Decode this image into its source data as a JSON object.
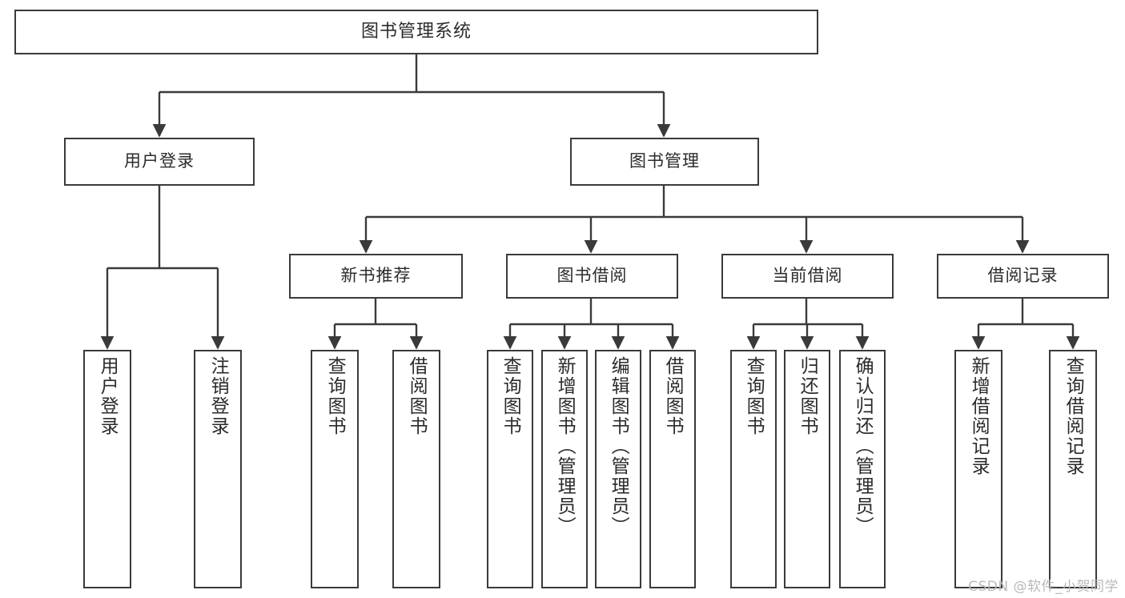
{
  "diagram": {
    "title_text": "图书管理系统",
    "type": "tree",
    "stroke_color": "#3a3a3a",
    "text_color": "#2b2b2b",
    "background": "#ffffff"
  },
  "root": {
    "label": "图书管理系统"
  },
  "level2": [
    {
      "label": "用户登录"
    },
    {
      "label": "图书管理"
    }
  ],
  "level3": [
    {
      "label": "新书推荐"
    },
    {
      "label": "图书借阅"
    },
    {
      "label": "当前借阅"
    },
    {
      "label": "借阅记录"
    }
  ],
  "leaves": {
    "user_login": [
      {
        "label": "用户登录"
      },
      {
        "label": "注销登录"
      }
    ],
    "new_book_recommend": [
      {
        "label": "查询图书"
      },
      {
        "label": "借阅图书"
      }
    ],
    "book_borrow": [
      {
        "label": "查询图书"
      },
      {
        "label": "新增图书（管理员）"
      },
      {
        "label": "编辑图书（管理员）"
      },
      {
        "label": "借阅图书"
      }
    ],
    "current_borrow": [
      {
        "label": "查询图书"
      },
      {
        "label": "归还图书"
      },
      {
        "label": "确认归还（管理员）"
      }
    ],
    "borrow_record": [
      {
        "label": "新增借阅记录"
      },
      {
        "label": "查询借阅记录"
      }
    ]
  },
  "watermark": {
    "text": "CSDN @软件_小贺同学"
  }
}
